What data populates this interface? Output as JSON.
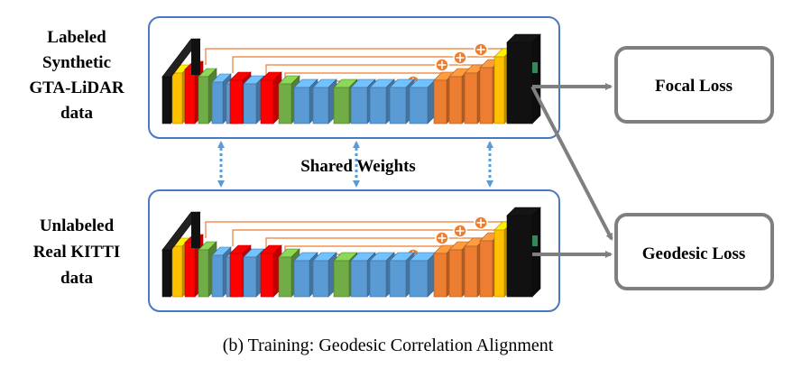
{
  "inputs": {
    "top_lines": [
      "Labeled",
      "Synthetic",
      "GTA-LiDAR",
      "data"
    ],
    "bottom_lines": [
      "Unlabeled",
      "Real KITTI",
      "data"
    ]
  },
  "shared_label": "Shared Weights",
  "losses": {
    "focal": "Focal Loss",
    "geodesic": "Geodesic Loss"
  },
  "caption": "(b) Training: Geodesic Correlation Alignment",
  "colors": {
    "network_border": "#4a78c2",
    "loss_border": "#7f7f7f",
    "arrow": "#7f7f7f",
    "shared_arrow": "#5b9bd5",
    "skip": "#ed7d31",
    "layers": {
      "black": "#111111",
      "yellow": "#ffc000",
      "red": "#ff0000",
      "green": "#70ad47",
      "blue": "#5b9bd5",
      "orange": "#ed7d31"
    }
  },
  "layer_sequence": [
    "black",
    "yellow",
    "red",
    "green",
    "blue",
    "blue",
    "red",
    "blue",
    "red",
    "green",
    "blue",
    "blue",
    "green",
    "blue",
    "blue",
    "blue",
    "blue",
    "orange",
    "orange",
    "orange",
    "orange",
    "yellow",
    "black"
  ],
  "icons": {
    "skip_add": "circle-plus-icon"
  }
}
